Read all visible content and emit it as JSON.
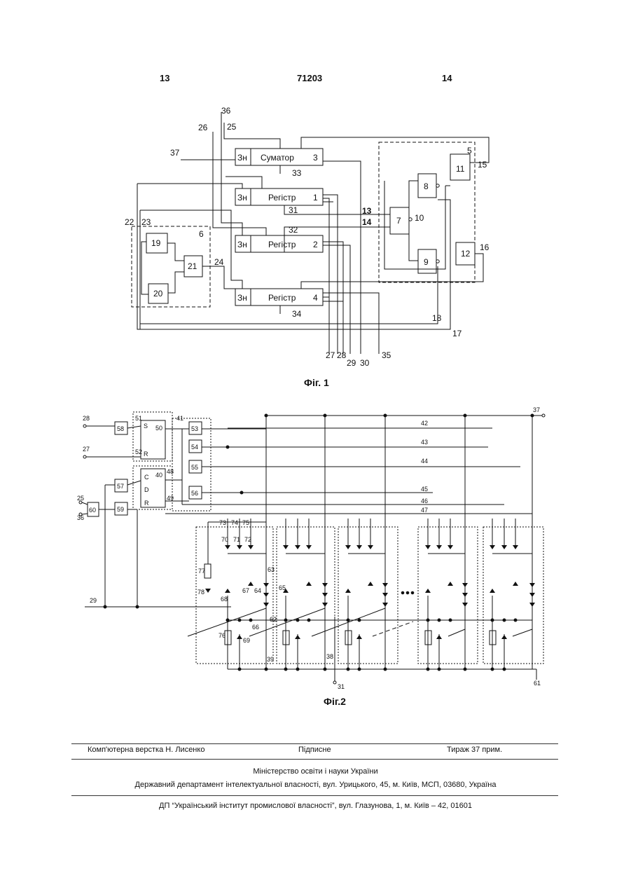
{
  "header": {
    "left": "13",
    "center": "71203",
    "right": "14"
  },
  "fig1": {
    "caption": "Фіг. 1",
    "block_sign": "Зн",
    "adder": {
      "name": "Суматор",
      "num": "3"
    },
    "reg1": {
      "name": "Регістр",
      "num": "1"
    },
    "reg2": {
      "name": "Регістр",
      "num": "2"
    },
    "reg4": {
      "name": "Регістр",
      "num": "4"
    },
    "blocks": [
      "7",
      "8",
      "9",
      "11",
      "12",
      "19",
      "20",
      "21"
    ],
    "labels": [
      "36",
      "26",
      "25",
      "37",
      "33",
      "31",
      "32",
      "13",
      "14",
      "10",
      "5",
      "15",
      "16",
      "22",
      "23",
      "6",
      "24",
      "34",
      "18",
      "17",
      "27",
      "28",
      "29",
      "30",
      "35"
    ]
  },
  "fig2": {
    "caption": "Фіг.2",
    "blocks": [
      "58",
      "50",
      "53",
      "54",
      "55",
      "56",
      "57",
      "40",
      "59",
      "60"
    ],
    "labels": [
      "28",
      "27",
      "25",
      "36",
      "29",
      "51",
      "52",
      "41",
      "48",
      "49",
      "37",
      "42",
      "43",
      "44",
      "45",
      "46",
      "47",
      "31",
      "61"
    ],
    "cell_labels": [
      "73",
      "74",
      "75",
      "70",
      "71",
      "72",
      "77",
      "78",
      "68",
      "67",
      "64",
      "63",
      "65",
      "62",
      "66",
      "76",
      "69",
      "39",
      "38"
    ]
  },
  "footer": {
    "composer": "Комп'ютерна верстка Н. Лисенко",
    "signed": "Підписне",
    "print_run": "Тираж 37 прим.",
    "ministry": "Міністерство освіти і науки України",
    "department": "Державний департамент інтелектуальної власності, вул. Урицького, 45, м. Київ, МСП, 03680, Україна",
    "institute": "ДП “Український інститут промислової власності”, вул. Глазунова, 1, м. Київ – 42, 01601"
  }
}
